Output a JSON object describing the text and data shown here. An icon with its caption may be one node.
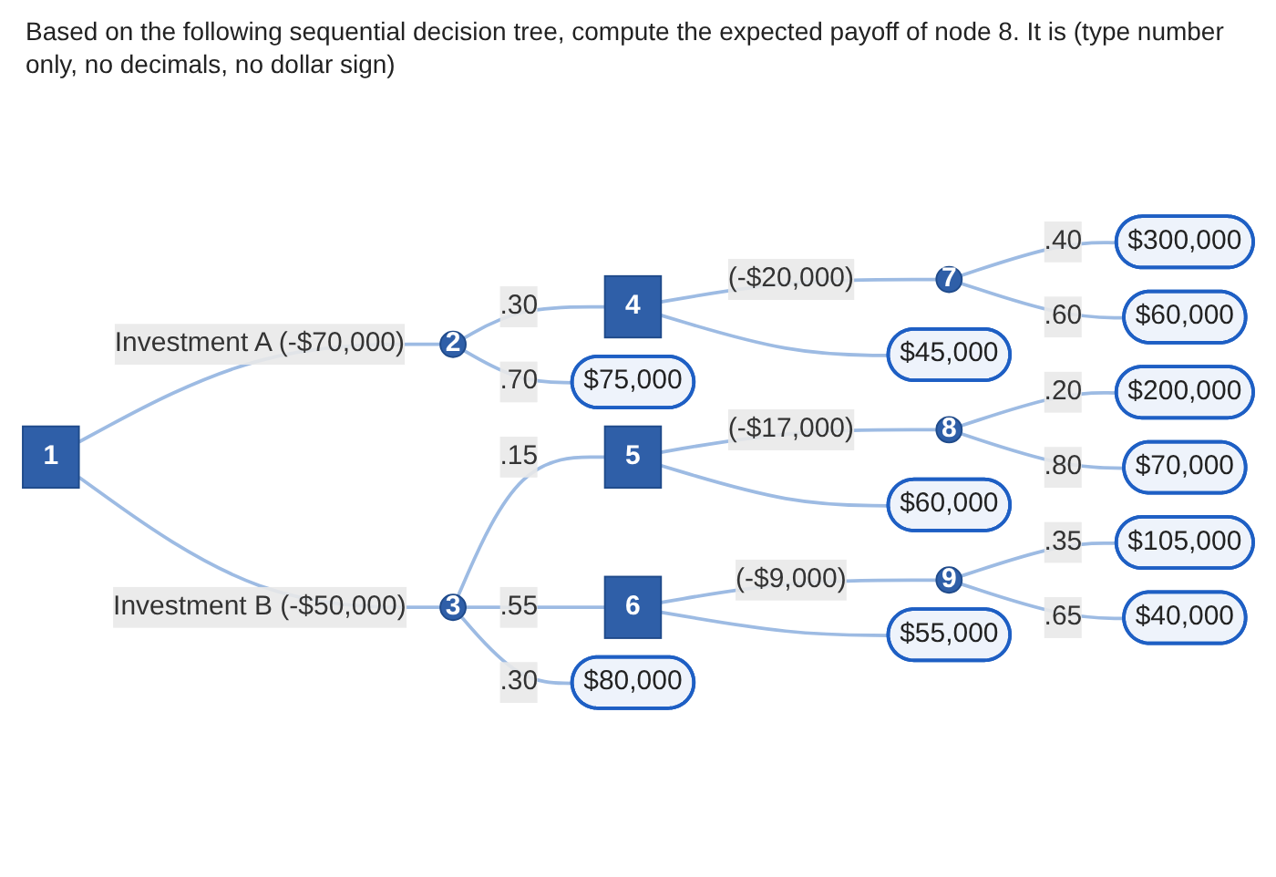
{
  "diagram": {
    "title": "Based on the following sequential decision tree, compute the expected payoff of node 8. It is (type number only, no decimals, no dollar sign)",
    "nodes": [
      {
        "text": [
          "1"
        ]
      },
      {
        "text": [
          "2"
        ]
      },
      {
        "text": [
          "3"
        ]
      },
      {
        "text": [
          "4"
        ]
      },
      {
        "text": [
          "$75,000"
        ]
      },
      {
        "text": [
          "5"
        ]
      },
      {
        "text": [
          "6"
        ]
      },
      {
        "text": [
          "$80,000"
        ]
      },
      {
        "text": [
          "7"
        ]
      },
      {
        "text": [
          "$45,000"
        ]
      },
      {
        "text": [
          "8"
        ]
      },
      {
        "text": [
          "$60,000"
        ]
      },
      {
        "text": [
          "9"
        ]
      },
      {
        "text": [
          "$55,000"
        ]
      },
      {
        "text": [
          "$300,000"
        ]
      },
      {
        "text": [
          "$60,000"
        ]
      },
      {
        "text": [
          "$200,000"
        ]
      },
      {
        "text": [
          "$70,000"
        ]
      },
      {
        "text": [
          "$105,000"
        ]
      },
      {
        "text": [
          "$40,000"
        ]
      }
    ],
    "edges": [
      {
        "from": 0,
        "to": 1,
        "arrow": "none",
        "label": "Investment A (-$70,000)"
      },
      {
        "from": 0,
        "to": 2,
        "arrow": "none",
        "label": "Investment B (-$50,000)"
      },
      {
        "from": 1,
        "to": 3,
        "arrow": "none",
        "label": ".30"
      },
      {
        "from": 1,
        "to": 4,
        "arrow": "none",
        "label": ".70"
      },
      {
        "from": 2,
        "to": 5,
        "arrow": "none",
        "label": ".15"
      },
      {
        "from": 2,
        "to": 6,
        "arrow": "none",
        "label": ".55"
      },
      {
        "from": 2,
        "to": 7,
        "arrow": "none",
        "label": ".30"
      },
      {
        "from": 3,
        "to": 8,
        "arrow": "none",
        "label": "(-$20,000)"
      },
      {
        "from": 3,
        "to": 9,
        "arrow": "none"
      },
      {
        "from": 5,
        "to": 10,
        "arrow": "none",
        "label": "(-$17,000)"
      },
      {
        "from": 5,
        "to": 11,
        "arrow": "none"
      },
      {
        "from": 6,
        "to": 12,
        "arrow": "none",
        "label": "(-$9,000)"
      },
      {
        "from": 6,
        "to": 13,
        "arrow": "none"
      },
      {
        "from": 8,
        "to": 14,
        "arrow": "none",
        "label": ".40"
      },
      {
        "from": 8,
        "to": 15,
        "arrow": "none",
        "label": ".60"
      },
      {
        "from": 10,
        "to": 16,
        "arrow": "none",
        "label": ".20"
      },
      {
        "from": 10,
        "to": 17,
        "arrow": "none",
        "label": ".80"
      },
      {
        "from": 12,
        "to": 18,
        "arrow": "none",
        "label": ".35"
      },
      {
        "from": 12,
        "to": 19,
        "arrow": "none",
        "label": ".65"
      }
    ]
  }
}
